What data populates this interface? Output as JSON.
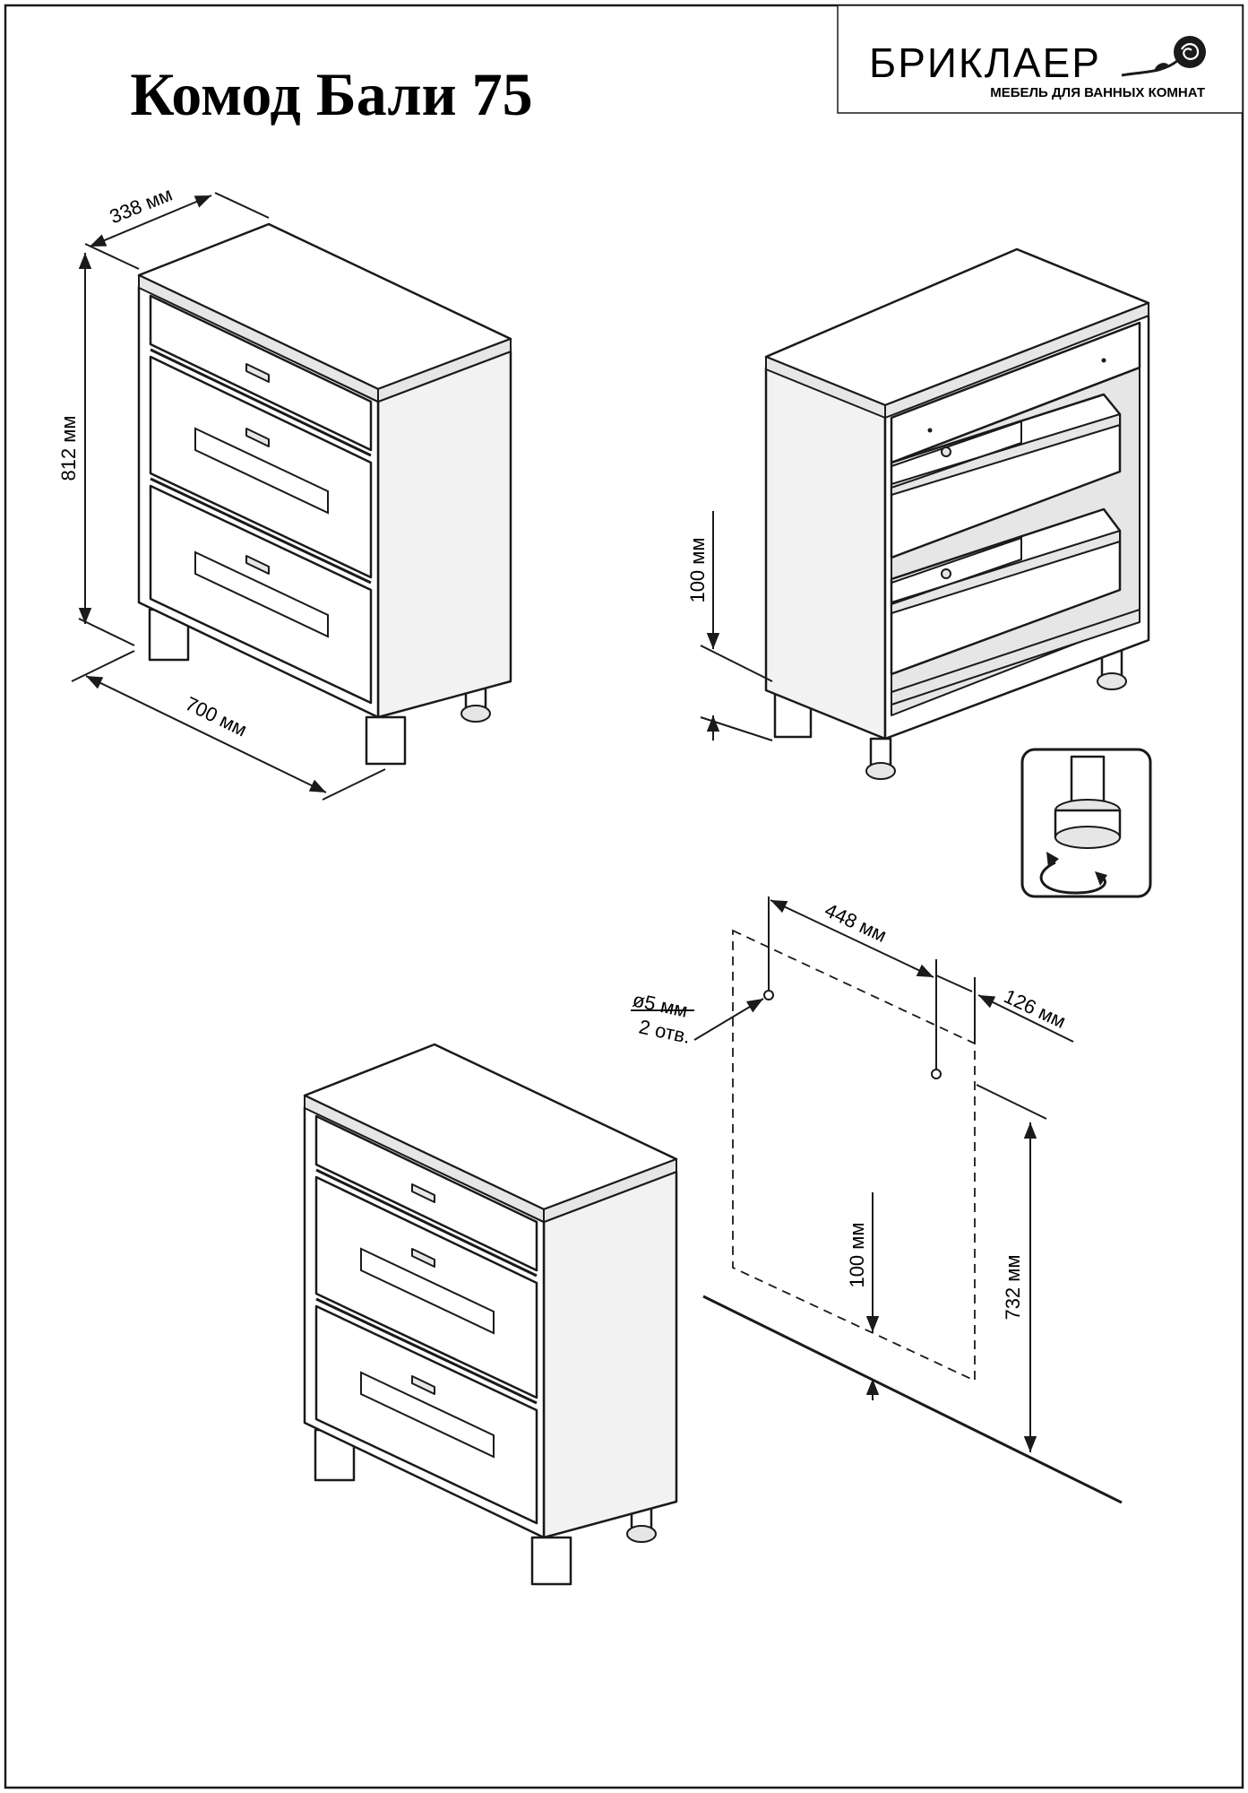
{
  "title": "Комод Бали 75",
  "brand": {
    "name": "БРИКЛАЕР",
    "tagline": "МЕБЕЛЬ ДЛЯ ВАННЫХ КОМНАТ"
  },
  "dimensions": {
    "depth": "338 мм",
    "height": "812 мм",
    "width": "700 мм",
    "leg_height": "100 мм",
    "hole_spacing": "448 мм",
    "side_offset": "126 мм",
    "hole_diameter": "ø5 мм",
    "hole_count": "2 отв.",
    "floor_offset": "100 мм",
    "mount_height": "732 мм"
  },
  "colors": {
    "line": "#1a1a1a",
    "background": "#ffffff"
  }
}
